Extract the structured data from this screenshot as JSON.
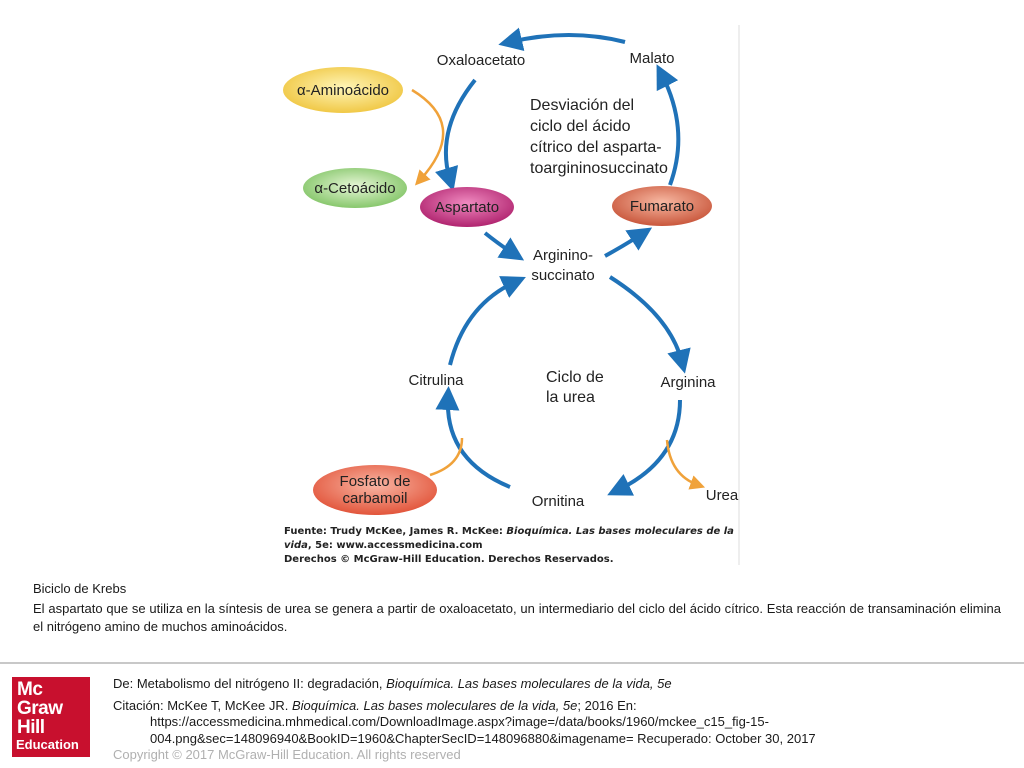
{
  "diagram": {
    "nodes": {
      "oxaloacetato": "Oxaloacetato",
      "malato": "Malato",
      "aminoacido": "α-Aminoácido",
      "cetoacido": "α-Cetoácido",
      "aspartato": "Aspartato",
      "fumarato": "Fumarato",
      "argininosuccinato_1": "Arginino-",
      "argininosuccinato_2": "succinato",
      "citrulina": "Citrulina",
      "arginina": "Arginina",
      "fosfato_1": "Fosfato de",
      "fosfato_2": "carbamoil",
      "ornitina": "Ornitina",
      "urea": "Urea"
    },
    "upper_cycle_label": [
      "Desviación del",
      "ciclo del ácido",
      "cítrico del asparta-",
      "toargininosuccinato"
    ],
    "lower_cycle_label": [
      "Ciclo de",
      "la urea"
    ],
    "source": {
      "line1_prefix": "Fuente: Trudy McKee, James R. McKee: ",
      "line1_italic": "Bioquímica. Las bases moleculares de la",
      "line2_italic": "vida",
      "line2_rest": ", 5e: www.accessmedicina.com",
      "line3": "Derechos © McGraw-Hill Education. Derechos Reservados."
    },
    "colors": {
      "arrow_blue": "#1f72b8",
      "arrow_orange": "#f0a23a",
      "aminoacido_fill": "#f3cf4a",
      "cetoacido_fill": "#8fcd72",
      "aspartato_fill": "#c2307f",
      "fumarato_fill": "#d66f52",
      "fosfato_fill": "#e8674f"
    }
  },
  "caption": {
    "title": "Biciclo de Krebs",
    "body": " El aspartato que se utiliza en la síntesis de urea se genera a partir de oxaloacetato, un intermediario del ciclo del ácido cítrico. Esta reacción de transaminación elimina el nitrógeno amino de muchos aminoácidos."
  },
  "logo": {
    "l1": "Mc",
    "l2": "Graw",
    "l3": "Hill",
    "l4": "Education"
  },
  "footer": {
    "de_prefix": "De: Metabolismo del nitrógeno II: degradación, ",
    "de_italic": "Bioquímica. Las bases moleculares de la vida, 5e",
    "cit_prefix": "Citación: McKee T, McKee JR. ",
    "cit_italic": "Bioquímica. Las bases moleculares de la vida, 5e",
    "cit_rest": "; 2016 En:",
    "url1": "https://accessmedicina.mhmedical.com/DownloadImage.aspx?image=/data/books/1960/mckee_c15_fig-15-",
    "url2": "004.png&sec=148096940&BookID=1960&ChapterSecID=148096880&imagename= Recuperado: October 30, 2017",
    "copyright": "Copyright © 2017 McGraw-Hill Education. All rights reserved"
  }
}
